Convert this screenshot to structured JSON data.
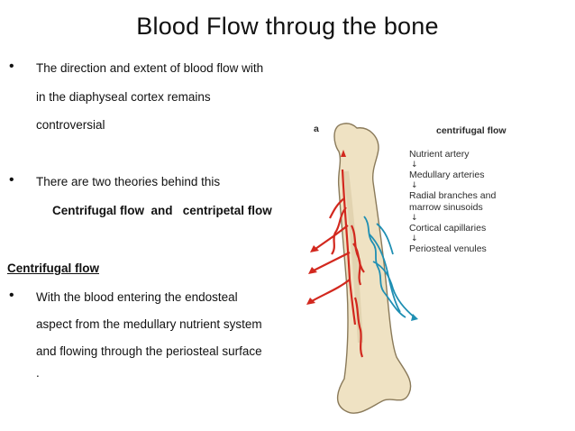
{
  "slide": {
    "title": "Blood Flow throug the bone",
    "bullet1": [
      "The direction and extent of blood flow with",
      "in the diaphyseal cortex remains",
      "controversial"
    ],
    "bullet2": "There are two theories behind this",
    "theories": "Centrifugal flow  and   centripetal flow",
    "section_heading": "Centrifugal flow",
    "bullet3": [
      "With the blood entering the endosteal",
      "aspect from the medullary nutrient system",
      "and flowing through the periosteal surface",
      "."
    ],
    "bullet_glyph": "•"
  },
  "figure": {
    "panel_letter": "a",
    "heading": "centrifugal flow",
    "steps": [
      "Nutrient artery",
      "Medullary arteries",
      "Radial branches and",
      "marrow sinusoids",
      "Cortical capillaries",
      "Periosteal venules"
    ],
    "down_arrow": "↓",
    "colors": {
      "bone": "#efe2c3",
      "bone_edge": "#8a7a5a",
      "artery": "#d2281e",
      "vein": "#1f8fb3"
    }
  }
}
